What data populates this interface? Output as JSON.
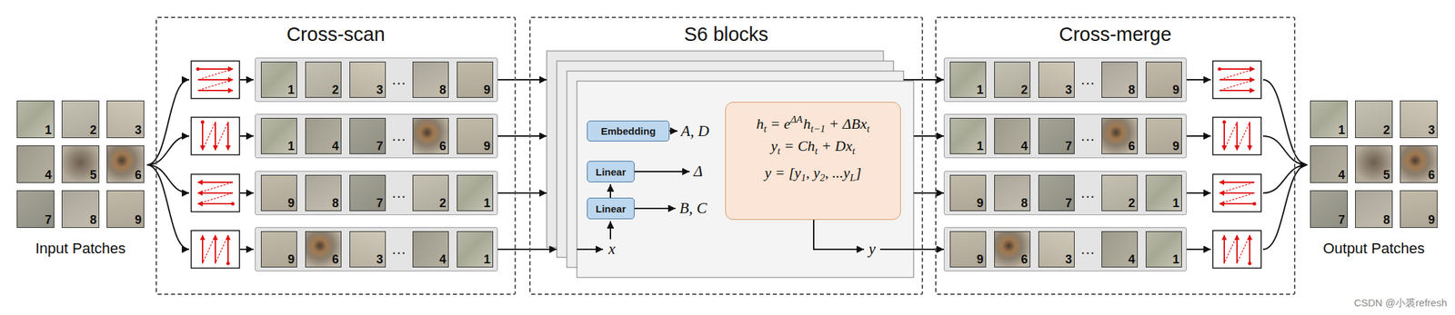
{
  "diagram": {
    "nodes": [
      {
        "text": [
          "1"
        ]
      },
      {
        "text": [
          "2"
        ]
      },
      {
        "text": [
          "3"
        ]
      },
      {
        "text": [
          "4"
        ]
      },
      {
        "text": [
          "5"
        ]
      },
      {
        "text": [
          "6"
        ]
      },
      {
        "text": [
          "7"
        ]
      },
      {
        "text": [
          "8"
        ]
      },
      {
        "text": [
          "9"
        ]
      },
      {
        "text": [
          "Cross-scan"
        ]
      },
      {
        "text": [
          "..."
        ],
        "in": 9
      },
      {
        "text": [
          "1"
        ],
        "in": 10
      },
      {
        "text": [
          "2"
        ],
        "in": 10
      },
      {
        "text": [
          "3"
        ],
        "in": 10
      },
      {
        "text": [
          "8"
        ],
        "in": 10
      },
      {
        "text": [
          "9"
        ],
        "in": 10
      },
      {
        "text": [
          "..."
        ],
        "in": 9
      },
      {
        "text": [
          "1"
        ],
        "in": 16
      },
      {
        "text": [
          "4"
        ],
        "in": 16
      },
      {
        "text": [
          "7"
        ],
        "in": 16
      },
      {
        "text": [
          "6"
        ],
        "in": 16
      },
      {
        "text": [
          "9"
        ],
        "in": 16
      },
      {
        "text": [
          "..."
        ],
        "in": 9
      },
      {
        "text": [
          "9"
        ],
        "in": 22
      },
      {
        "text": [
          "8"
        ],
        "in": 22
      },
      {
        "text": [
          "7"
        ],
        "in": 22
      },
      {
        "text": [
          "2"
        ],
        "in": 22
      },
      {
        "text": [
          "1"
        ],
        "in": 22
      },
      {
        "text": [
          "..."
        ],
        "in": 9
      },
      {
        "text": [
          "9"
        ],
        "in": 28
      },
      {
        "text": [
          "6"
        ],
        "in": 28
      },
      {
        "text": [
          "3"
        ],
        "in": 28
      },
      {
        "text": [
          "4"
        ],
        "in": 28
      },
      {
        "text": [
          "1"
        ],
        "in": 28
      },
      {
        "text": [
          "S6 blocks"
        ]
      },
      {
        "text": [
          "A, D",
          "Δ",
          "B, C",
          "x",
          "y"
        ],
        "in": 34
      },
      {
        "text": [
          "Embedding"
        ],
        "in": 35
      },
      {
        "text": [
          "Linear"
        ],
        "in": 35
      },
      {
        "text": [
          "Linear"
        ],
        "in": 35
      },
      {
        "text": [
          "h",
          "t",
          "= e",
          "ΔA",
          "h",
          "t−1",
          "+ ΔBx",
          "t",
          "y",
          "t",
          "= Ch",
          "t",
          "+ Dx",
          "t",
          "y = [y",
          "1",
          ", y",
          "2",
          ", ...y",
          "L",
          "]"
        ],
        "in": 35
      },
      {
        "text": [
          "Cross-merge"
        ]
      },
      {
        "text": [
          "..."
        ],
        "in": 40
      },
      {
        "text": [
          "1"
        ],
        "in": 41
      },
      {
        "text": [
          "2"
        ],
        "in": 41
      },
      {
        "text": [
          "3"
        ],
        "in": 41
      },
      {
        "text": [
          "8"
        ],
        "in": 41
      },
      {
        "text": [
          "9"
        ],
        "in": 41
      },
      {
        "text": [
          "..."
        ],
        "in": 40
      },
      {
        "text": [
          "1"
        ],
        "in": 47
      },
      {
        "text": [
          "4"
        ],
        "in": 47
      },
      {
        "text": [
          "7"
        ],
        "in": 47
      },
      {
        "text": [
          "6"
        ],
        "in": 47
      },
      {
        "text": [
          "9"
        ],
        "in": 47
      },
      {
        "text": [
          "..."
        ],
        "in": 40
      },
      {
        "text": [
          "9"
        ],
        "in": 53
      },
      {
        "text": [
          "8"
        ],
        "in": 53
      },
      {
        "text": [
          "7"
        ],
        "in": 53
      },
      {
        "text": [
          "2"
        ],
        "in": 53
      },
      {
        "text": [
          "1"
        ],
        "in": 53
      },
      {
        "text": [
          "..."
        ],
        "in": 40
      },
      {
        "text": [
          "9"
        ],
        "in": 59
      },
      {
        "text": [
          "6"
        ],
        "in": 59
      },
      {
        "text": [
          "3"
        ],
        "in": 59
      },
      {
        "text": [
          "4"
        ],
        "in": 59
      },
      {
        "text": [
          "1"
        ],
        "in": 59
      },
      {
        "text": [
          "1"
        ]
      },
      {
        "text": [
          "2"
        ]
      },
      {
        "text": [
          "3"
        ]
      },
      {
        "text": [
          "4"
        ]
      },
      {
        "text": [
          "5"
        ]
      },
      {
        "text": [
          "6"
        ]
      },
      {
        "text": [
          "7"
        ]
      },
      {
        "text": [
          "8"
        ]
      },
      {
        "text": [
          "9"
        ]
      }
    ],
    "edges": [
      {
        "from": 10,
        "to": 35,
        "arrow": "to"
      },
      {
        "from": 16,
        "to": 35,
        "arrow": "to"
      },
      {
        "from": 22,
        "to": 35,
        "arrow": "to"
      },
      {
        "from": 28,
        "to": 35,
        "arrow": "to"
      },
      {
        "from": 35,
        "to": 41,
        "arrow": "to"
      },
      {
        "from": 35,
        "to": 47,
        "arrow": "to"
      },
      {
        "from": 35,
        "to": 53,
        "arrow": "to"
      },
      {
        "from": 35,
        "to": 59,
        "arrow": "to"
      }
    ],
    "labels": [
      "Input Patches",
      "Output Patches",
      "CSDN @小裘refresh"
    ]
  }
}
